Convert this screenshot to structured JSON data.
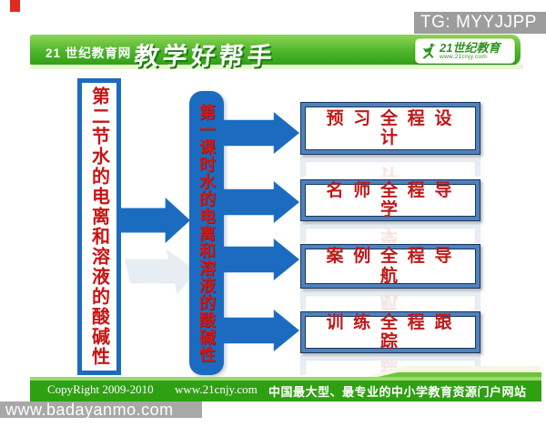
{
  "badge": {
    "tg_label": "TG: MYYJJPP"
  },
  "header": {
    "site_name": "21 世纪教育网",
    "slogan": "教学好帮手",
    "logo": {
      "icon": "runner-icon",
      "brand": "21世纪教育",
      "url": "www.21cnjy.com"
    }
  },
  "diagram": {
    "root": {
      "text": "第二节水的电离和溶液的酸碱性"
    },
    "mid": {
      "text": "第一课时水的电离和溶液的酸碱性"
    },
    "branches": [
      {
        "line1": "预 习 全 程 设",
        "line2": "计"
      },
      {
        "line1": "名 师 全 程 导",
        "line2": "学"
      },
      {
        "line1": "案 例 全 程 导",
        "line2": "航"
      },
      {
        "line1": "训 练 全 程 跟",
        "line2": "踪"
      }
    ]
  },
  "footer": {
    "copyright": "CopyRight 2009-2010",
    "site": "www.21cnjy.com",
    "tagline": "中国最大型、最专业的中小学教育资源门户网站"
  },
  "watermark": {
    "url": "www.badayanmo.com"
  },
  "colors": {
    "accent_blue": "#1b6cc0",
    "box_frame_blue": "#4f81bd",
    "box_edge_navy": "#17365d",
    "text_red": "#c01818",
    "header_green": "#4db52a",
    "footer_green": "#2fa012",
    "badge_gray": "#9d9d9d",
    "watermark_gray": "#a8a8a8"
  }
}
